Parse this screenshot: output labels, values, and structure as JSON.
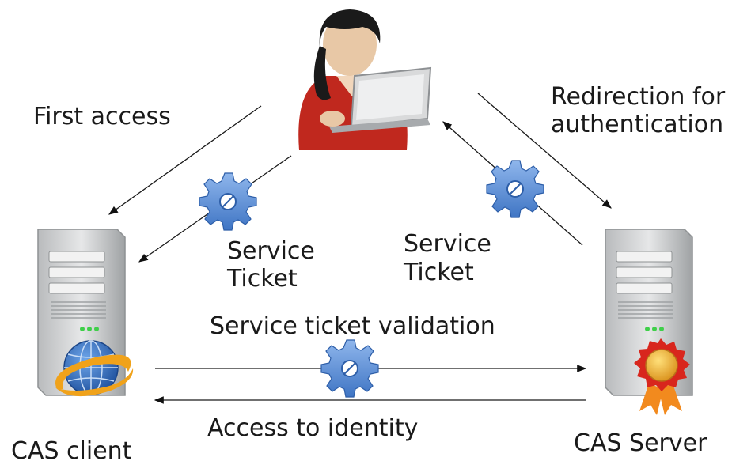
{
  "labels": {
    "first_access": "First access",
    "redirection_line1": "Redirection for",
    "redirection_line2": "authentication",
    "service_ticket_left_line1": "Service",
    "service_ticket_left_line2": "Ticket",
    "service_ticket_right_line1": "Service",
    "service_ticket_right_line2": "Ticket",
    "validation": "Service ticket validation",
    "access_identity": "Access to identity",
    "cas_client": "CAS client",
    "cas_server": "CAS Server"
  },
  "colors": {
    "gear": "#5b8fd6",
    "user_shirt": "#c0281e",
    "server_body": "#c9cbcc",
    "globe": "#2f6fc2",
    "orbit": "#f0a21a",
    "rosette": "#d8261d",
    "medal": "#f2b531"
  },
  "icons": [
    "user-with-laptop-icon",
    "server-icon",
    "globe-icon",
    "gear-icon",
    "award-rosette-icon"
  ]
}
